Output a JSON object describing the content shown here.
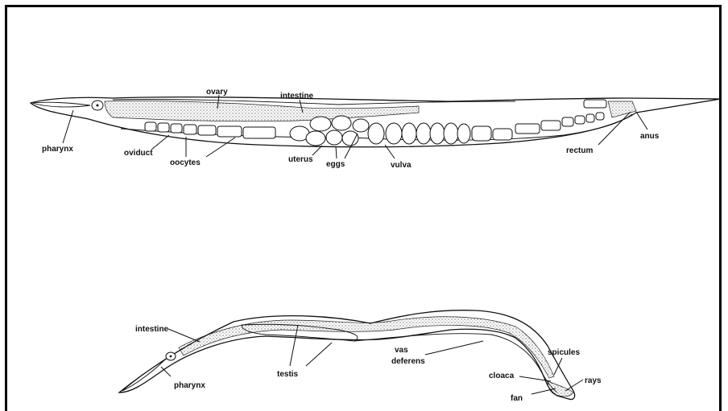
{
  "hermaphrodite": {
    "labels": {
      "ovary": "ovary",
      "intestine": "intestine",
      "pharynx": "pharynx",
      "oviduct": "oviduct",
      "oocytes": "oocytes",
      "uterus": "uterus",
      "eggs": "eggs",
      "vulva": "vulva",
      "rectum": "rectum",
      "anus": "anus"
    }
  },
  "male": {
    "labels": {
      "intestine": "intestine",
      "pharynx": "pharynx",
      "testis": "testis",
      "vas_deferens_line1": "vas",
      "vas_deferens_line2": "deferens",
      "spicules": "spicules",
      "cloaca": "cloaca",
      "rays": "rays",
      "fan": "fan"
    }
  },
  "colors": {
    "line": "#111111",
    "background": "#ffffff"
  }
}
